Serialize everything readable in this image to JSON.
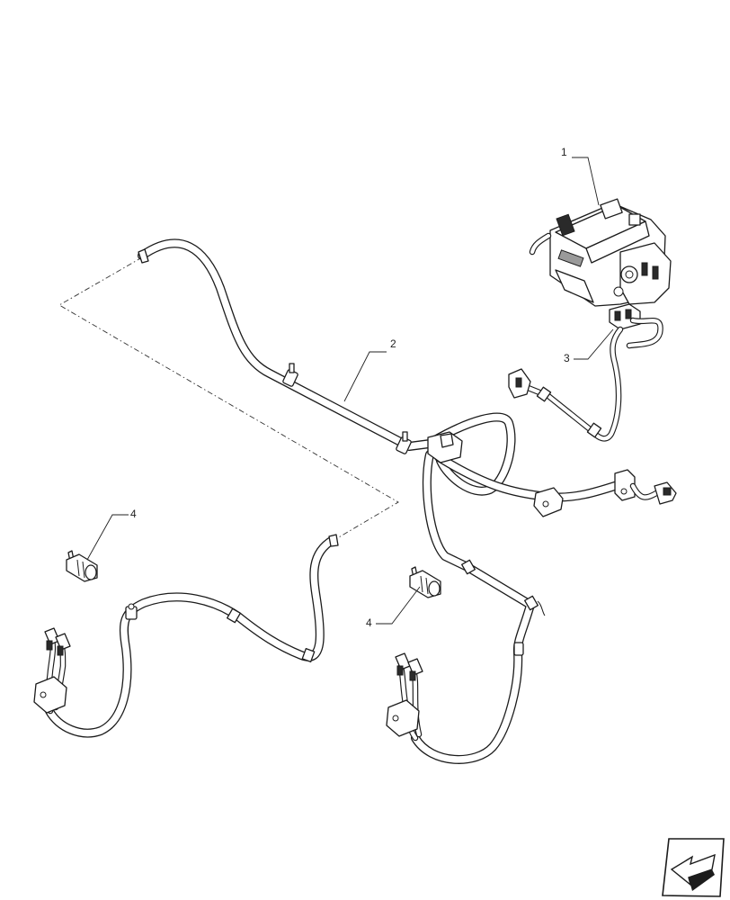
{
  "callouts": {
    "valve_block": "1",
    "main_harness": "2",
    "coupler_fitting": "3",
    "plug_left": "4",
    "plug_right": "4"
  },
  "icons": {
    "orientation": "arrow-icon"
  }
}
